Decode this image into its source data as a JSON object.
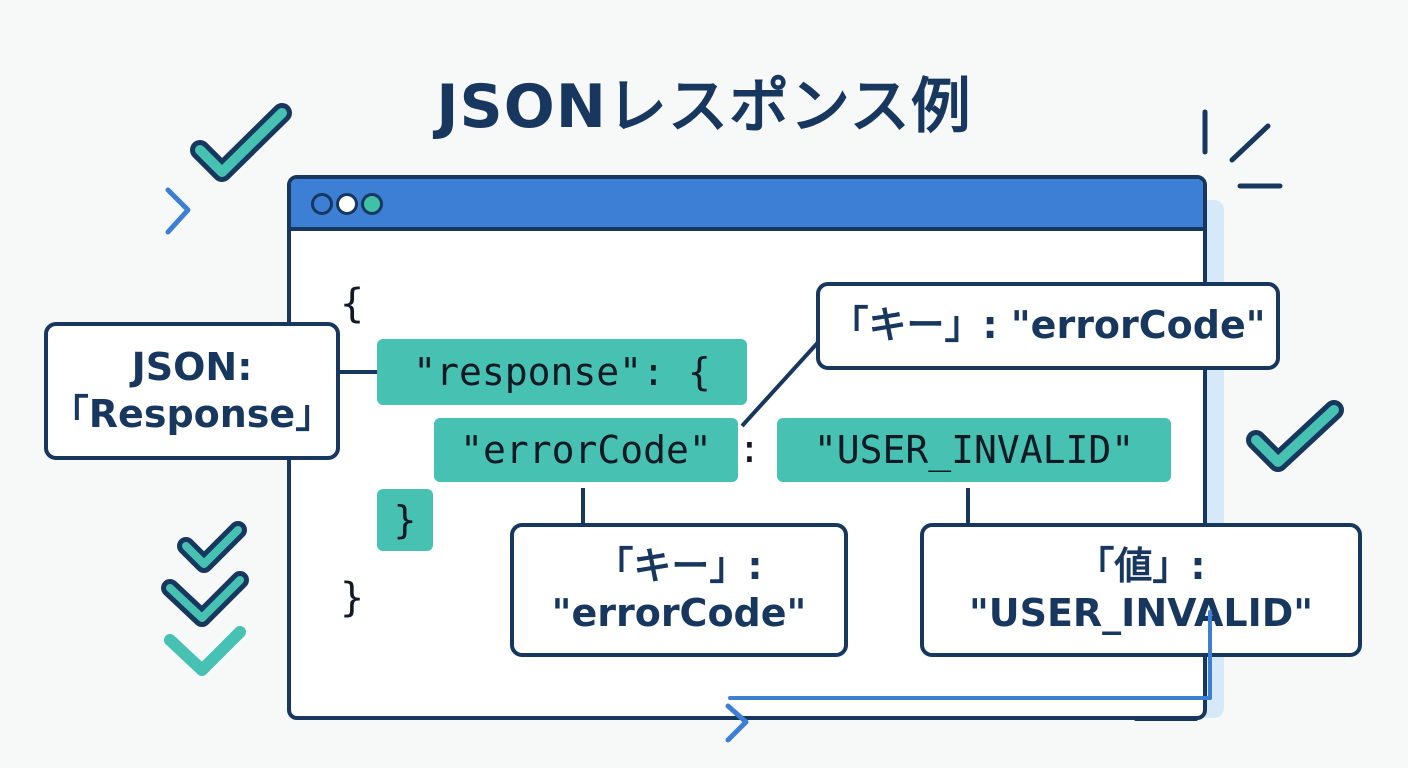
{
  "title": "JSONレスポンス例",
  "code": {
    "open_brace": "{",
    "response_key": "\"response\": {",
    "error_key": "\"errorCode\"",
    "colon": ":",
    "error_value": "\"USER_INVALID\"",
    "inner_close": "}",
    "outer_close": "}"
  },
  "callouts": {
    "json_response": {
      "line1": "JSON:",
      "line2": "「Response」"
    },
    "key_top": {
      "text": "「キー」: \"errorCode\""
    },
    "key_bottom": {
      "line1": "「キー」:",
      "line2": "\"errorCode\""
    },
    "value": {
      "line1": "「値」:",
      "line2": "\"USER_INVALID\""
    }
  },
  "colors": {
    "navy": "#17375f",
    "blue": "#3d7fd4",
    "teal": "#46c1b2",
    "background": "#f7f9f8"
  }
}
